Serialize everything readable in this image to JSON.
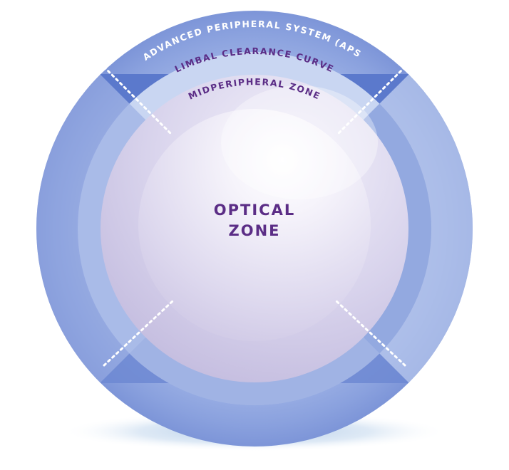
{
  "zones": {
    "outer": {
      "label": "ADVANCED PERIPHERAL SYSTEM (APS)"
    },
    "limbal": {
      "label": "LIMBAL CLEARANCE CURVE"
    },
    "midperipheral": {
      "label": "MIDPERIPHERAL ZONE"
    },
    "optical": {
      "line1": "OPTICAL",
      "line2": "ZONE"
    }
  },
  "colors": {
    "label_outer": "#ffffff",
    "label_inner": "#5b2d86",
    "aps_band": "#5b79cc",
    "limbal_band": "#b9c9ee",
    "mid_band": "#cdc8e4",
    "optical_center": "#ffffff",
    "divider": "#ffffff"
  }
}
